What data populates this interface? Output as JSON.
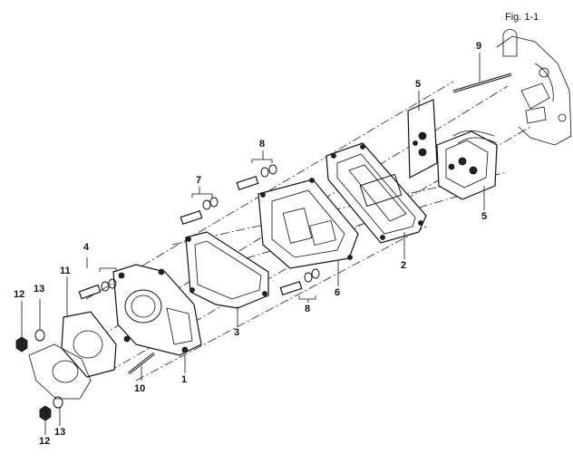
{
  "figure_label": "Fig. 1-1",
  "callouts": {
    "n1": "1",
    "n2": "2",
    "n3": "3",
    "n4": "4",
    "n5_top": "5",
    "n5_right": "5",
    "n6": "6",
    "n7": "7",
    "n8_top": "8",
    "n8_bottom": "8",
    "n9": "9",
    "n10": "10",
    "n11": "11",
    "n12_top": "12",
    "n12_bottom": "12",
    "n13_top": "13",
    "n13_bottom": "13"
  }
}
